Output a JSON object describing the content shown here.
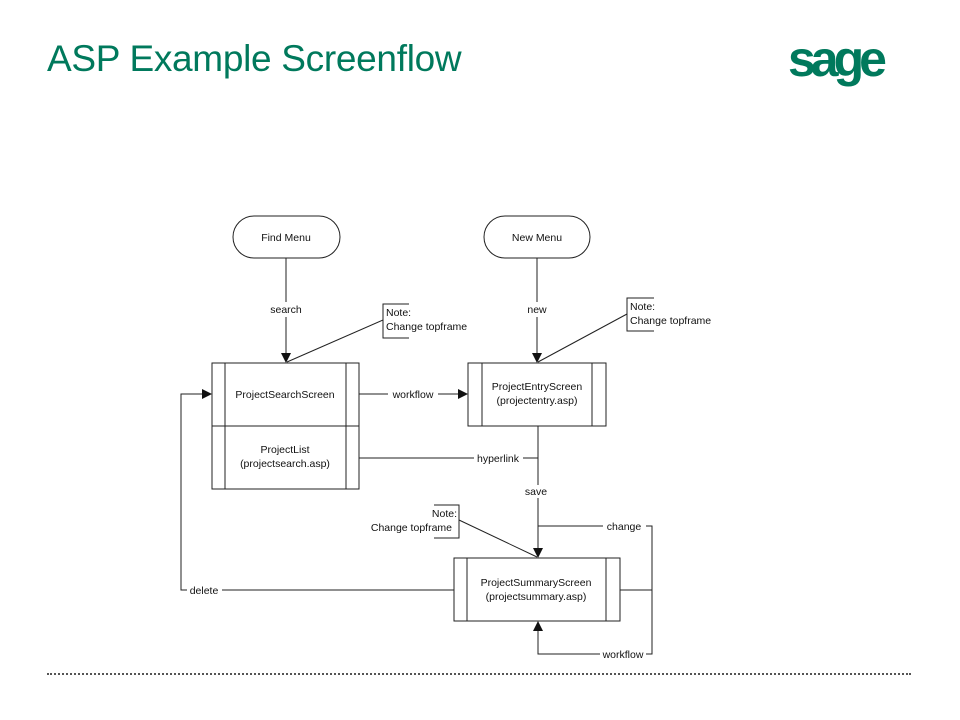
{
  "slide": {
    "title": "ASP Example Screenflow",
    "logo_text": "sage",
    "brand_color": "#00795c"
  },
  "diagram": {
    "terminals": {
      "find_menu": "Find Menu",
      "new_menu": "New Menu"
    },
    "screens": {
      "project_search": {
        "line1": "ProjectSearchScreen"
      },
      "project_list": {
        "line1": "ProjectList",
        "line2": "(projectsearch.asp)"
      },
      "project_entry": {
        "line1": "ProjectEntryScreen",
        "line2": "(projectentry.asp)"
      },
      "project_summary": {
        "line1": "ProjectSummaryScreen",
        "line2": "(projectsummary.asp)"
      }
    },
    "notes": [
      {
        "line1": "Note:",
        "line2": "Change topframe"
      },
      {
        "line1": "Note:",
        "line2": "Change topframe"
      },
      {
        "line1": "Note:",
        "line2": "Change topframe"
      }
    ],
    "edge_labels": {
      "search": "search",
      "new": "new",
      "workflow_top": "workflow",
      "hyperlink": "hyperlink",
      "save": "save",
      "change": "change",
      "delete": "delete",
      "workflow_bottom": "workflow"
    }
  }
}
